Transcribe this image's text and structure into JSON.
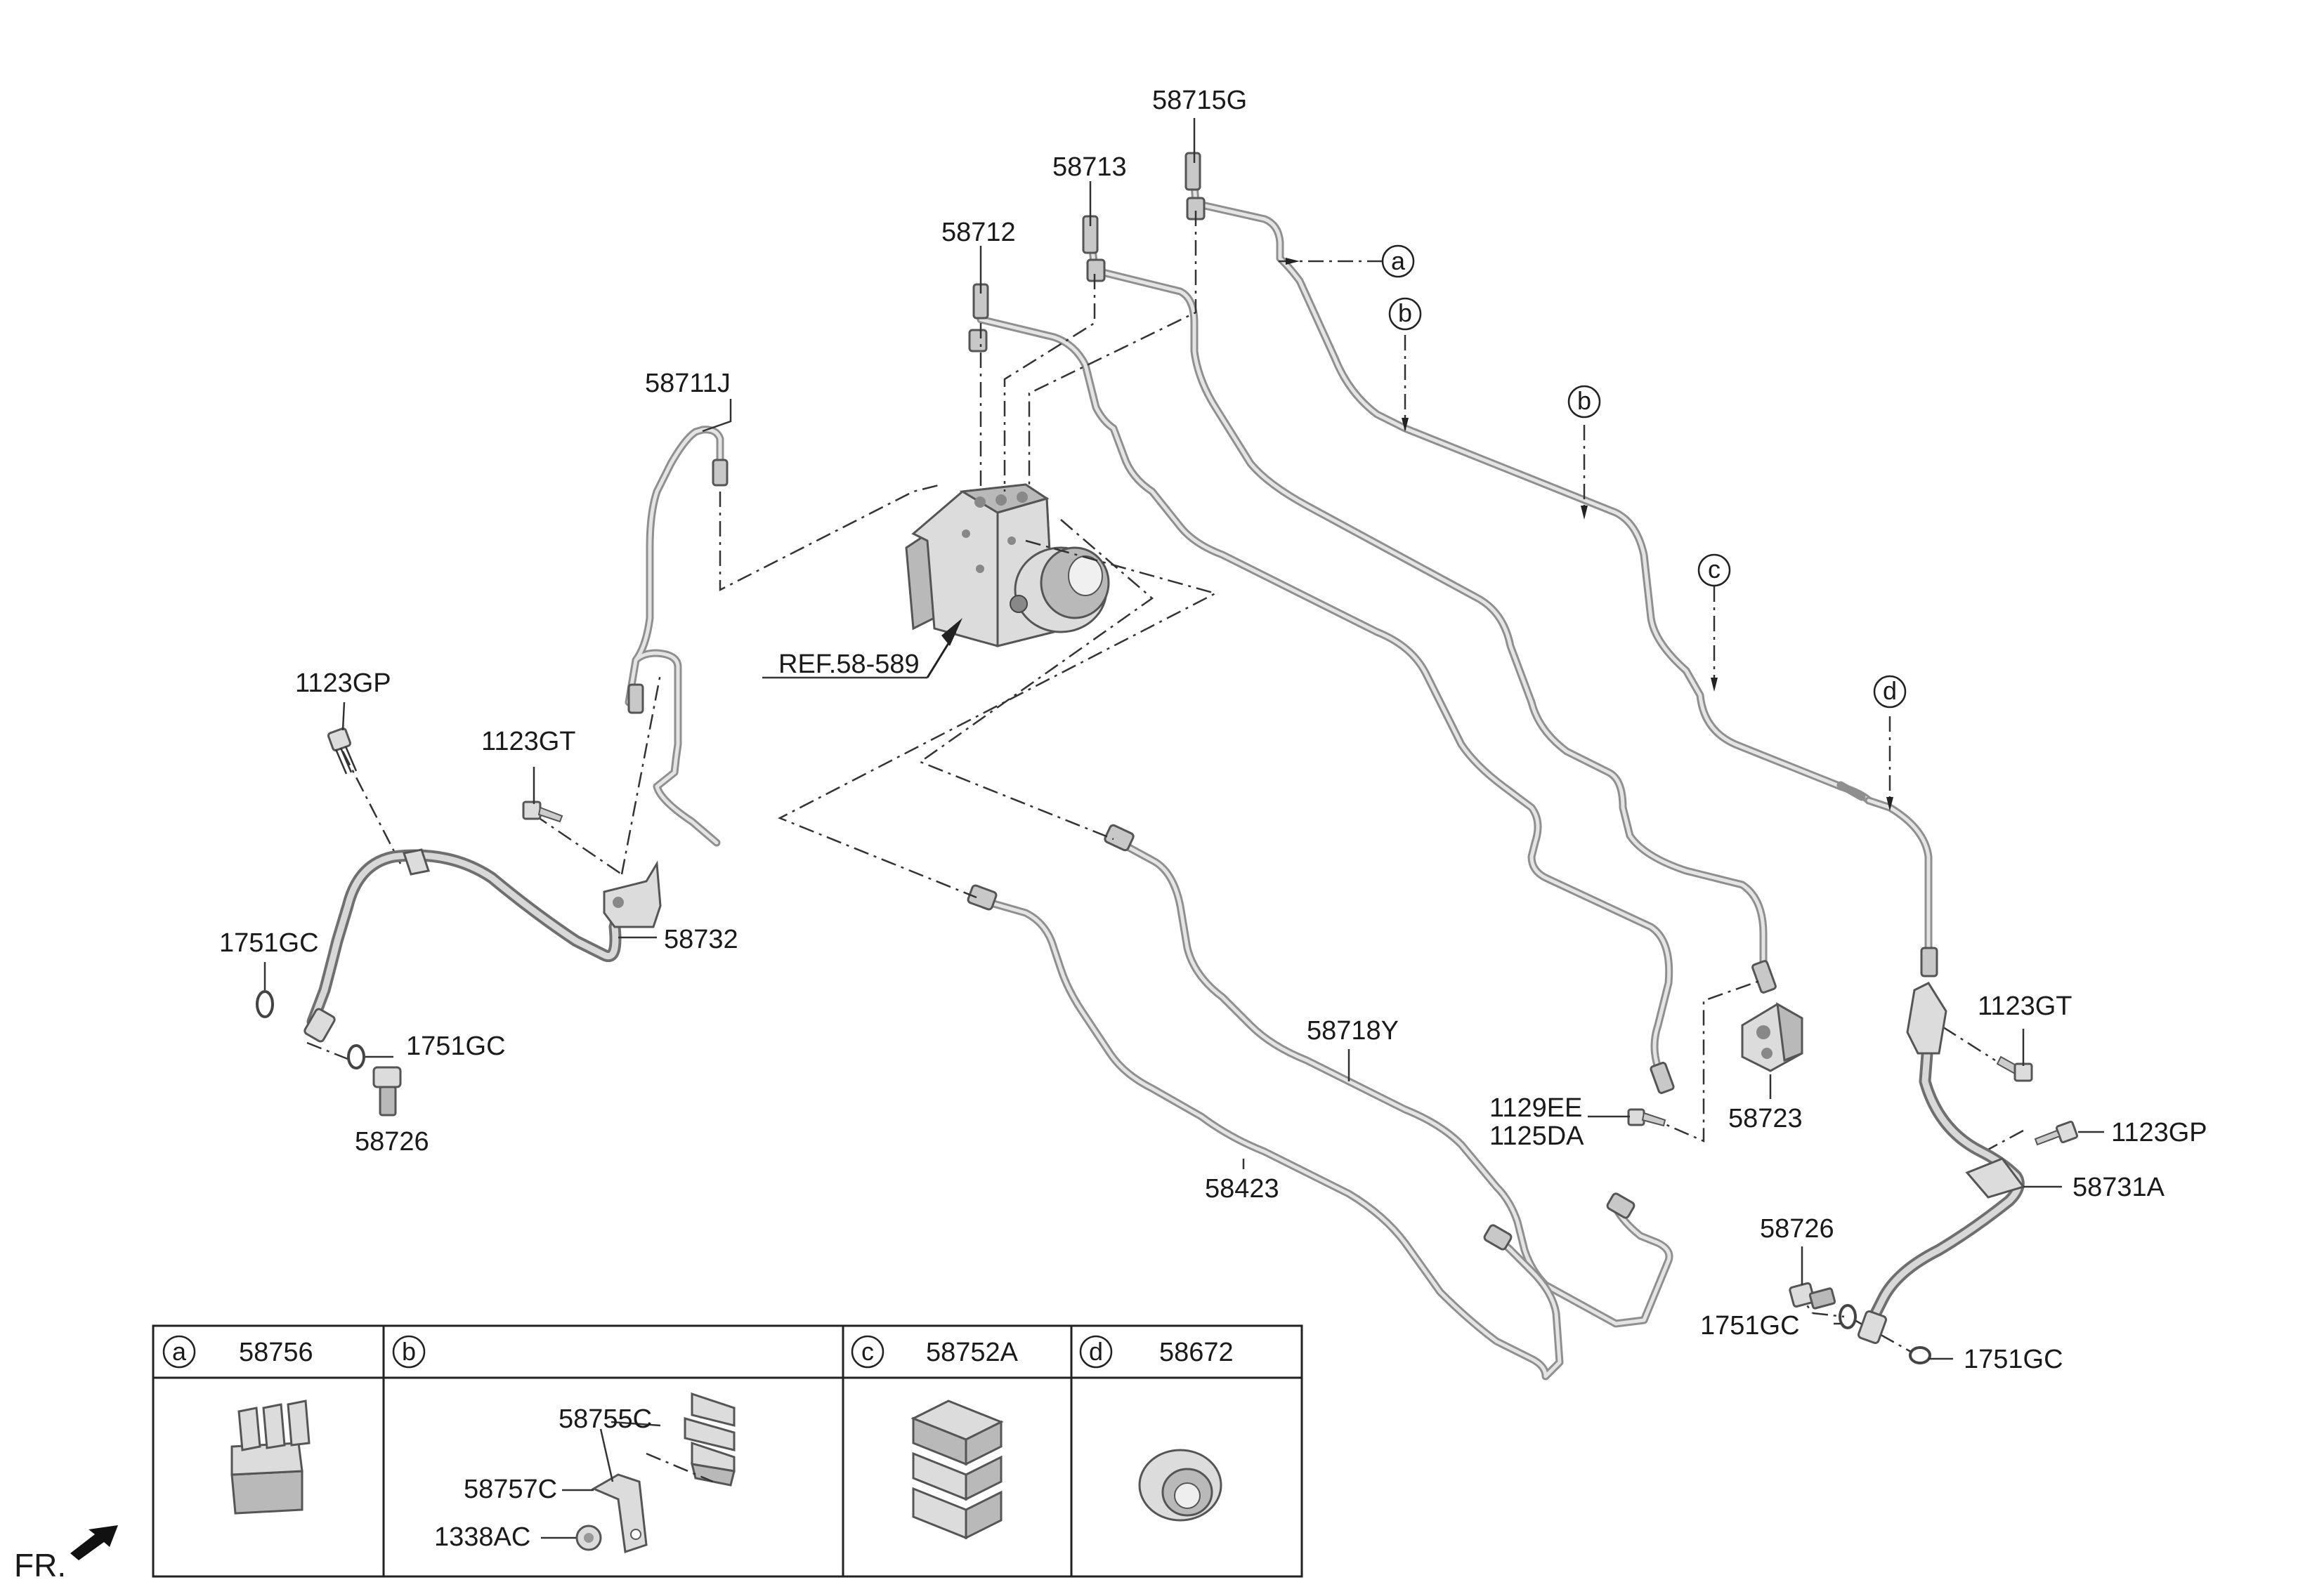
{
  "labels": {
    "p58715G": "58715G",
    "p58713": "58713",
    "p58712": "58712",
    "p58711J": "58711J",
    "ref": "REF.58-589",
    "p1123GP_l": "1123GP",
    "p1123GT_l": "1123GT",
    "p1751GC_a": "1751GC",
    "p58732": "58732",
    "p1751GC_b": "1751GC",
    "p58726_l": "58726",
    "p58718Y": "58718Y",
    "p58423": "58423",
    "p1129EE": "1129EE",
    "p1125DA": "1125DA",
    "p58723": "58723",
    "p1123GT_r": "1123GT",
    "p1123GP_r": "1123GP",
    "p58731A": "58731A",
    "p58726_r": "58726",
    "p1751GC_c": "1751GC",
    "p1751GC_d": "1751GC"
  },
  "callouts": {
    "a1": "a",
    "b1": "b",
    "b2": "b",
    "c1": "c",
    "d1": "d"
  },
  "legend": {
    "cells": [
      {
        "letter": "a",
        "part": "58756"
      },
      {
        "letter": "b",
        "part": ""
      },
      {
        "letter": "c",
        "part": "58752A"
      },
      {
        "letter": "d",
        "part": "58672"
      }
    ],
    "b_parts": {
      "clip": "58755C",
      "bracket": "58757C",
      "nut": "1338AC"
    }
  },
  "direction": "FR."
}
